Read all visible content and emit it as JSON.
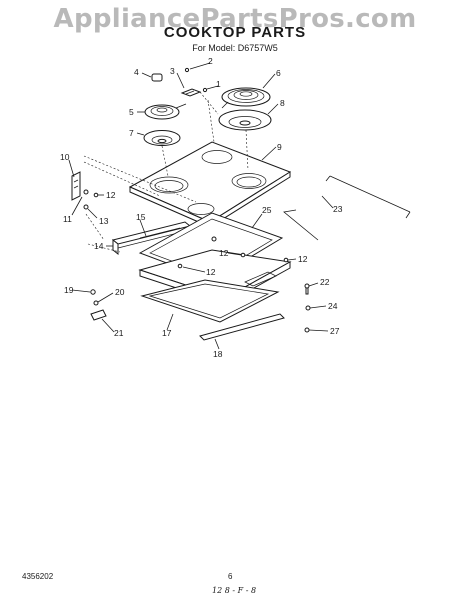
{
  "watermark": "AppliancePartsPros.com",
  "title": "COOKTOP PARTS",
  "model_line": "For Model: D6757W5",
  "footer": {
    "doc_number": "4356202",
    "page": "6",
    "handwritten": "12 8 - F - 8"
  },
  "callouts": {
    "c1": "1",
    "c2": "2",
    "c3": "3",
    "c4": "4",
    "c5": "5",
    "c6": "6",
    "c7": "7",
    "c8": "8",
    "c9": "9",
    "c10": "10",
    "c11": "11",
    "c12a": "12",
    "c12b": "12",
    "c12c": "12",
    "c12d": "12",
    "c13": "13",
    "c14": "14",
    "c15": "15",
    "c17": "17",
    "c18": "18",
    "c19": "19",
    "c20": "20",
    "c21": "21",
    "c22": "22",
    "c23": "23",
    "c24": "24",
    "c25": "25",
    "c27": "27"
  }
}
